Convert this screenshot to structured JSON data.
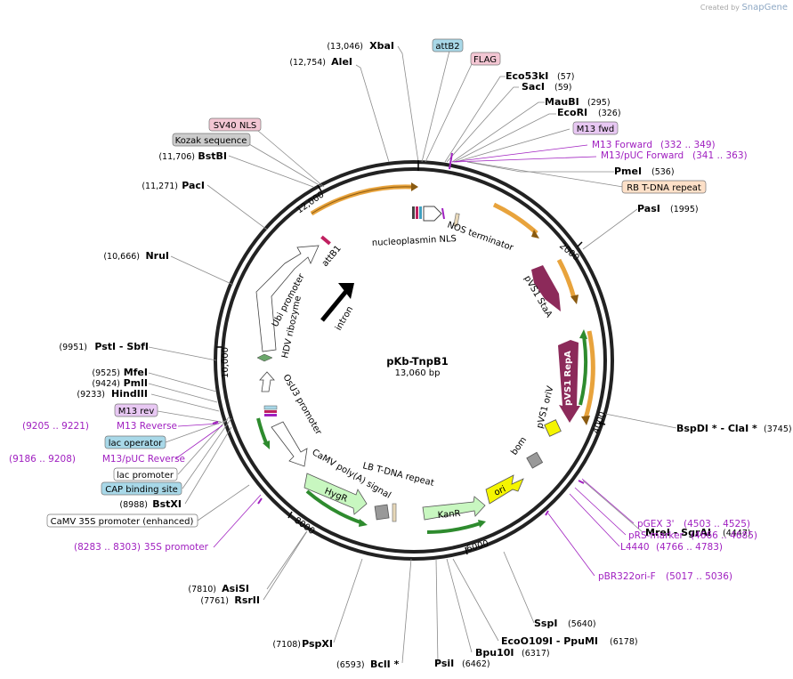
{
  "brand": {
    "prefix": "Created by",
    "name": "SnapGene"
  },
  "plasmid": {
    "name": "pKb-TnpB1",
    "size": "13,060 bp"
  },
  "ticks": [
    "2000",
    "4000",
    "6000",
    "8000",
    "10,000",
    "12,000"
  ],
  "enzymes_right": [
    {
      "name": "Eco53kI",
      "coord": "(57)"
    },
    {
      "name": "SacI",
      "coord": "(59)"
    },
    {
      "name": "MauBI",
      "coord": "(295)"
    },
    {
      "name": "EcoRI",
      "coord": "(326)"
    },
    {
      "name": "PmeI",
      "coord": "(536)"
    },
    {
      "name": "PasI",
      "coord": "(1995)"
    },
    {
      "name": "BspDI * - ClaI *",
      "coord": "(3745)"
    },
    {
      "name": "MreI - SgrAI",
      "coord": "(4447)"
    },
    {
      "name": "SspI",
      "coord": "(5640)"
    },
    {
      "name": "EcoO109I - PpuMI",
      "coord": "(6178)"
    },
    {
      "name": "Bpu10I",
      "coord": "(6317)"
    },
    {
      "name": "PsiI",
      "coord": "(6462)"
    },
    {
      "name": "BclI *",
      "coord": "(6593)"
    }
  ],
  "enzymes_left": [
    {
      "name": "XbaI",
      "coord": "(13,046)"
    },
    {
      "name": "AleI",
      "coord": "(12,754)"
    },
    {
      "name": "BstBI",
      "coord": "(11,706)"
    },
    {
      "name": "PacI",
      "coord": "(11,271)"
    },
    {
      "name": "NruI",
      "coord": "(10,666)"
    },
    {
      "name": "PstI - SbfI",
      "coord": "(9951)"
    },
    {
      "name": "MfeI",
      "coord": "(9525)"
    },
    {
      "name": "PmlI",
      "coord": "(9424)"
    },
    {
      "name": "HindIII",
      "coord": "(9233)"
    },
    {
      "name": "BstXI",
      "coord": "(8988)"
    },
    {
      "name": "PspXI",
      "coord": "(7108)"
    },
    {
      "name": "AsiSI",
      "coord": "(7810)"
    },
    {
      "name": "RsrII",
      "coord": "(7761)"
    }
  ],
  "primers": [
    {
      "name": "M13 Forward",
      "range": "(332 .. 349)"
    },
    {
      "name": "M13/pUC Forward",
      "range": "(341 .. 363)"
    },
    {
      "name": "pGEX 3'",
      "range": "(4503 .. 4525)"
    },
    {
      "name": "pRS-marker",
      "range": "(4666 .. 4685)"
    },
    {
      "name": "L4440",
      "range": "(4766 .. 4783)"
    },
    {
      "name": "pBR322ori-F",
      "range": "(5017 .. 5036)"
    },
    {
      "name": "M13 Reverse",
      "range": "(9205 .. 9221)"
    },
    {
      "name": "M13/pUC Reverse",
      "range": "(9186 .. 9208)"
    },
    {
      "name": "35S promoter",
      "range": "(8283 .. 8303)"
    }
  ],
  "boxed_features": [
    {
      "name": "attB2",
      "color": "#a8d8e8"
    },
    {
      "name": "FLAG",
      "color": "#f3c6d3"
    },
    {
      "name": "M13 fwd",
      "color": "#e8c8f3"
    },
    {
      "name": "RB T-DNA repeat",
      "color": "#fde0c8"
    },
    {
      "name": "SV40 NLS",
      "color": "#f3c6d3"
    },
    {
      "name": "Kozak sequence",
      "color": "#cccccc"
    },
    {
      "name": "M13 rev",
      "color": "#e8c8f3"
    },
    {
      "name": "lac operator",
      "color": "#a8d8e8"
    },
    {
      "name": "lac promoter",
      "color": "#ffffff"
    },
    {
      "name": "CAP binding site",
      "color": "#a8d8e8"
    },
    {
      "name": "CaMV 35S promoter (enhanced)",
      "color": "#ffffff"
    }
  ],
  "inner_features": [
    {
      "name": "NOS terminator"
    },
    {
      "name": "nucleoplasmin NLS"
    },
    {
      "name": "pVS1 StaA"
    },
    {
      "name": "pVS1 RepA"
    },
    {
      "name": "pVS1 oriV"
    },
    {
      "name": "bom"
    },
    {
      "name": "ori"
    },
    {
      "name": "KanR"
    },
    {
      "name": "LB T-DNA repeat"
    },
    {
      "name": "CaMV poly(A) signal"
    },
    {
      "name": "HygR"
    },
    {
      "name": "OsU3 promoter"
    },
    {
      "name": "HDV ribozyme"
    },
    {
      "name": "Ubi promoter"
    },
    {
      "name": "attB1"
    },
    {
      "name": "intron"
    }
  ],
  "colors": {
    "backbone": "#222222",
    "orange_arc": "#e8a33c",
    "green_arc": "#2e8b2e",
    "repa": "#8c2a5a",
    "primer": "#a020c0",
    "ori": "#f0f000",
    "drug_marker": "#c8f7c0"
  }
}
